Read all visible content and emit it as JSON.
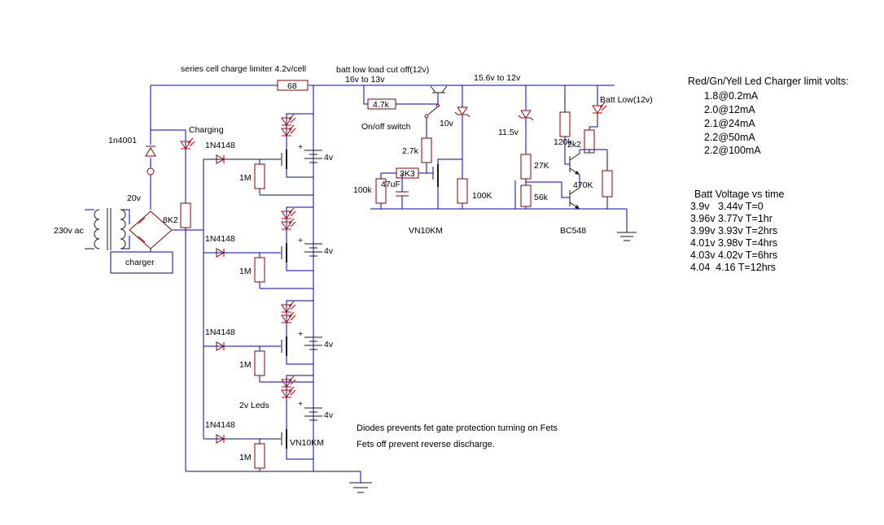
{
  "colors": {
    "wire": "#0000c8",
    "component": "#8b0000",
    "led": "#c00000",
    "text": "#000000",
    "background": "#ffffff"
  },
  "header": {
    "series_title": "series cell charge limiter 4.2v/cell",
    "cutoff_title": "batt low load cut off(12v)",
    "cutoff_range": "16v to 13v",
    "reg_range": "15.6v to 12v"
  },
  "charger": {
    "ac_input": "230v ac",
    "secondary": "20v",
    "charger_label": "charger",
    "diode": "1n4001",
    "charging_label": "Charging",
    "r8k2": "8K2"
  },
  "cells": {
    "r68": "68",
    "d1": "1N4148",
    "d2": "1N4148",
    "d3": "1N4148",
    "d4": "1N4148",
    "r1": "1M",
    "r2": "1M",
    "r3": "1M",
    "r4": "1M",
    "b1": "4v",
    "b2": "4v",
    "b3": "4v",
    "b4": "4v",
    "plus": "+",
    "leds_label": "2v Leds",
    "fet_label": "VN10KM"
  },
  "cutoff": {
    "r4k7": "4.7k",
    "switch_label": "On/off switch",
    "r2k7": "2.7k",
    "zener": "10v",
    "r3k3": "3K3",
    "r100k_a": "100k",
    "cap": "47uF",
    "r100k_b": "100K",
    "fet_label": "VN10KM"
  },
  "indicator": {
    "zener": "11.5v",
    "r120k": "120k",
    "r27k": "27K",
    "r56k": "56k",
    "r2k2": "2k2",
    "r470k": "470K",
    "transistor": "BC548",
    "led_label": "Batt Low(12v)"
  },
  "led_limits": {
    "title": "Red/Gn/Yell Led Charger limit volts:",
    "rows": [
      "1.8@0.2mA",
      "2.0@12mA",
      "2.1@24mA",
      "2.2@50mA",
      "2.2@100mA"
    ]
  },
  "batt_voltage": {
    "title": "Batt Voltage vs time",
    "rows": [
      "3.9v   3.44v T=0",
      "3.96v 3.77v T=1hr",
      "3.99v 3.93v T=2hrs",
      "4.01v 3.98v T=4hrs",
      "4.03v 4.02v T=6hrs",
      "4.04  4.16 T=12hrs"
    ]
  },
  "notes": {
    "line1": "Diodes prevents fet gate protection turning on Fets",
    "line2": "Fets off prevent reverse discharge."
  }
}
